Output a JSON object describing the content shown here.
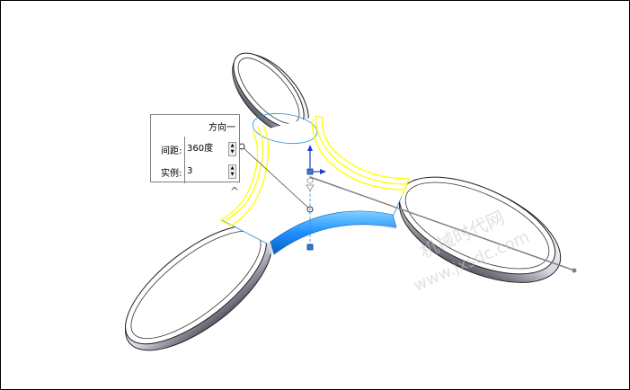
{
  "callout": {
    "title": "方向一",
    "rows": [
      {
        "label": "间距:",
        "value": "360度"
      },
      {
        "label": "实例:",
        "value": "3"
      }
    ],
    "spin_up": "▲",
    "spin_down": "▼"
  },
  "collapse_glyph": "^",
  "watermark": {
    "line1": "机械时代网",
    "line2": "www.jxsdc.com"
  },
  "colors": {
    "selection_yellow": "#ffff00",
    "highlight_blue": "#1e90ff",
    "edge_blue": "#2a8fd8",
    "axis_gray": "#808080"
  }
}
